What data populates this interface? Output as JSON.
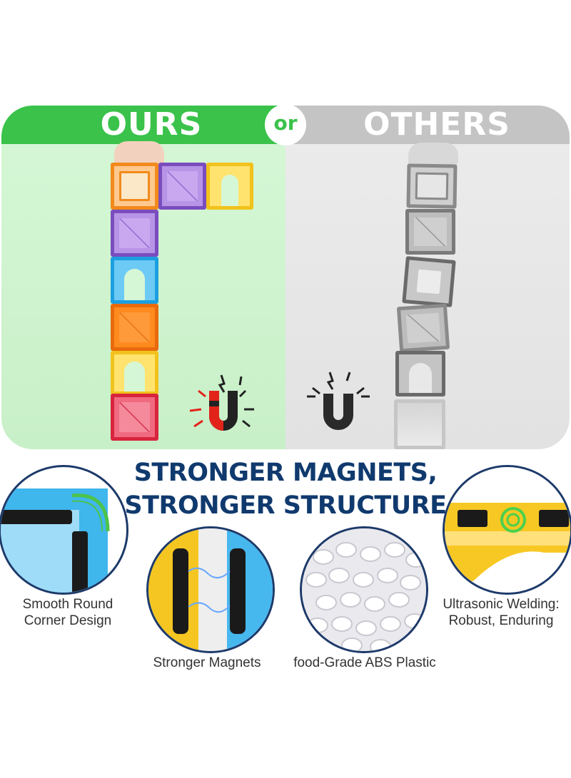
{
  "comparison": {
    "ours_label": "OURS",
    "or_label": "or",
    "others_label": "OTHERS"
  },
  "headline": {
    "line1": "STRONGER MAGNETS,",
    "line2": "STRONGER STRUCTURE"
  },
  "features": [
    {
      "line1": "Smooth Round",
      "line2": "Corner Design",
      "icon": "round-corner-icon"
    },
    {
      "line1": "Stronger Magnets",
      "line2": "",
      "icon": "magnet-icon"
    },
    {
      "line1": "food-Grade ABS Plastic",
      "line2": "",
      "icon": "plastic-pellets-icon"
    },
    {
      "line1": "Ultrasonic Welding:",
      "line2": "Robust, Enduring",
      "icon": "welding-icon"
    }
  ],
  "colors": {
    "ours_green": "#3ac24a",
    "others_gray": "#c4c4c4",
    "headline_navy": "#103a6e",
    "magnet_red": "#e2231a"
  }
}
